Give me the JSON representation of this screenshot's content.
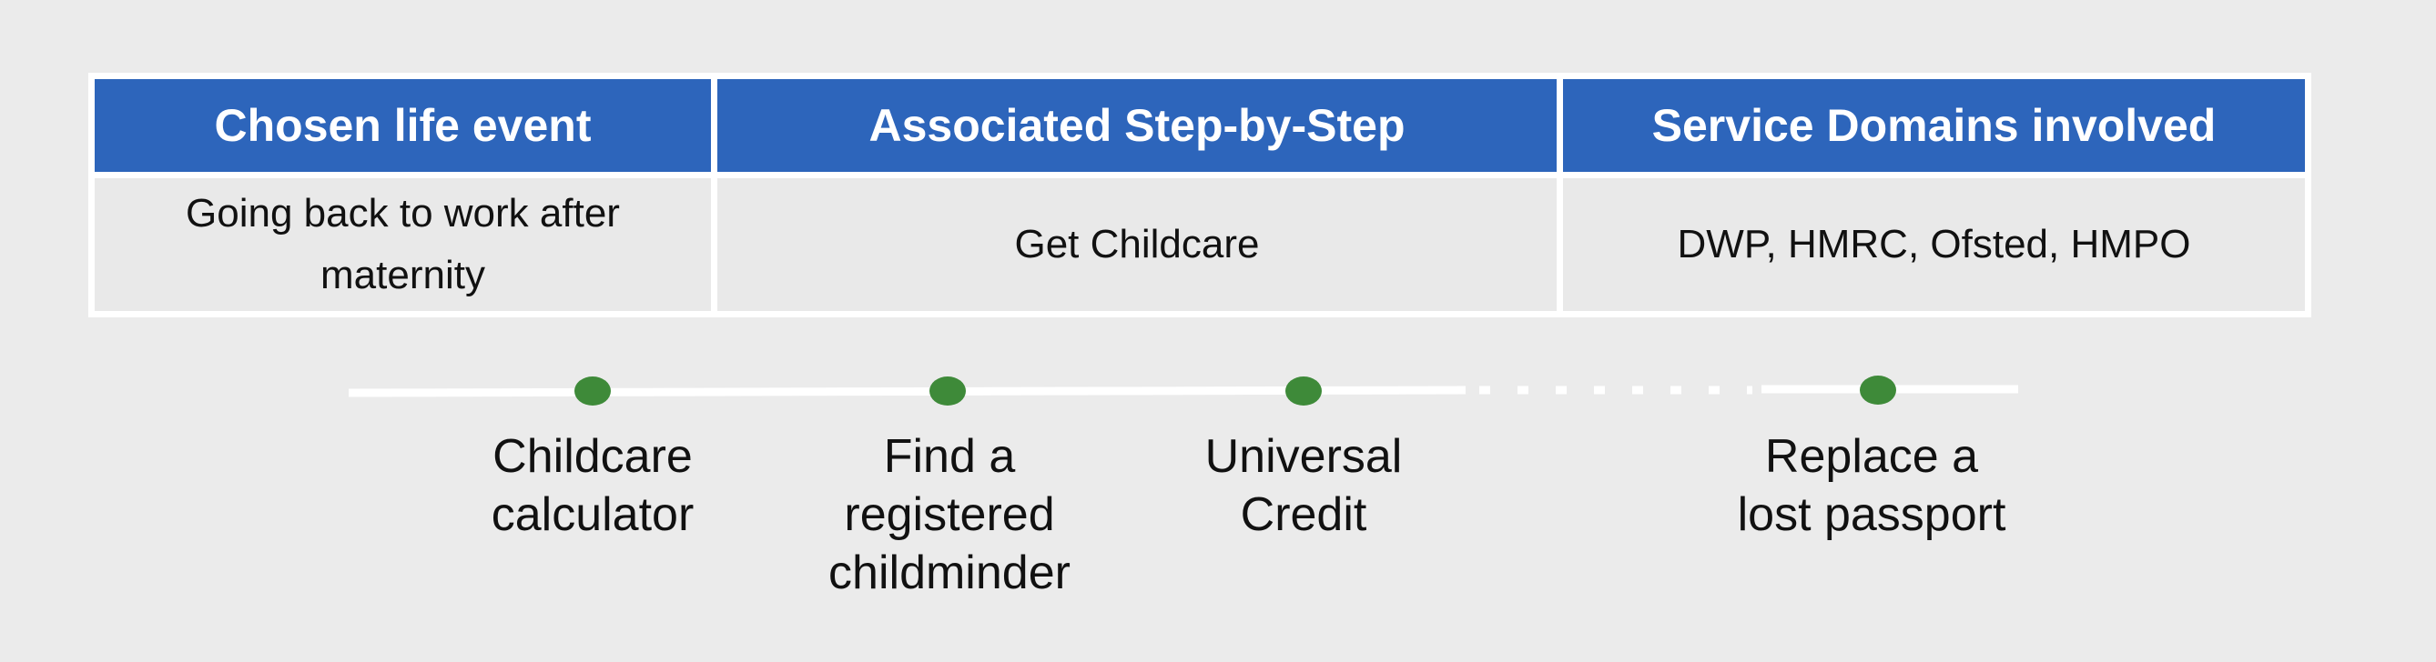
{
  "table": {
    "headers": [
      "Chosen life event",
      "Associated Step-by-Step",
      "Service Domains involved"
    ],
    "row": [
      "Going back to work after maternity",
      "Get Childcare",
      "DWP,  HMRC, Ofsted, HMPO"
    ]
  },
  "timeline": {
    "steps": [
      {
        "label": "Childcare\ncalculator"
      },
      {
        "label": "Find a\nregistered\nchildminder"
      },
      {
        "label": "Universal\nCredit"
      },
      {
        "label": "Replace a\nlost passport"
      }
    ]
  },
  "colors": {
    "header_bg": "#2d65bb",
    "header_text": "#ffffff",
    "cell_bg": "#e9e9e9",
    "background": "#ebebeb",
    "dot": "#3e8a39",
    "line": "#ffffff"
  }
}
